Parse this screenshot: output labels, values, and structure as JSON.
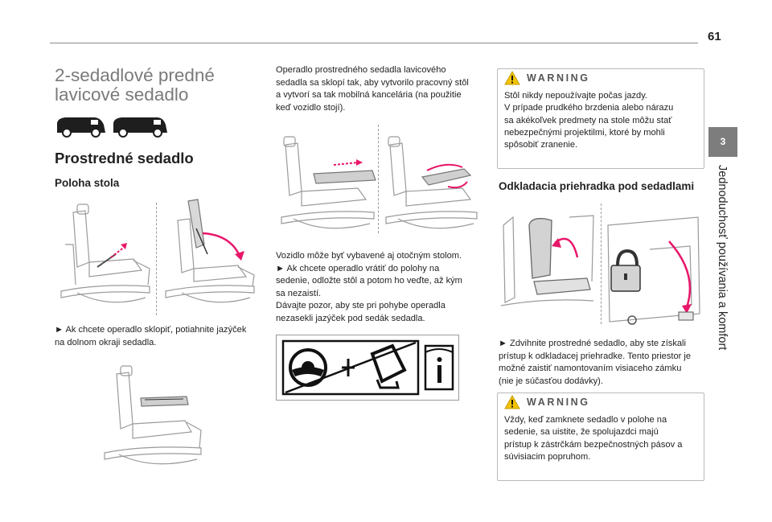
{
  "page_number": "61",
  "chapter": {
    "number": "3",
    "label": "Jednoduchosť používania a komfort"
  },
  "title": "2-sedadlové predné lavicové sedadlo",
  "title_lines": [
    "2-sedadlové predné",
    "lavicové sedadlo"
  ],
  "vehicle_icons": [
    "van-short-icon",
    "van-long-icon"
  ],
  "subtitle": "Prostredné sedadlo",
  "table_position": {
    "heading": "Poloha stola",
    "instruction_lines": [
      "► Ak chcete operadlo sklopiť, potiahnite jazýček",
      "na dolnom okraji sedadla."
    ]
  },
  "center_column": {
    "intro_lines": [
      "Operadlo prostredného sedadla lavicového",
      "sedadla sa sklopí tak, aby vytvorilo pracovný stôl",
      "a vytvorí sa tak mobilná kancelária (na použitie",
      "keď vozidlo stojí)."
    ],
    "swivel_lines": [
      "Vozidlo môže byť vybavené aj otočným stolom.",
      "► Ak chcete operadlo vrátiť do polohy na",
      "sedenie, odložte stôl a potom ho veďte, až kým",
      "sa nezaistí.",
      "Dávajte pozor, aby ste pri pohybe operadla",
      "nezasekli jazýček pod sedák sedadla."
    ]
  },
  "warning1": {
    "title": "WARNING",
    "lines": [
      "Stôl nikdy nepoužívajte počas jazdy.",
      "V prípade prudkého brzdenia alebo nárazu",
      "sa akékoľvek predmety na stole môžu stať",
      "nebezpečnými projektilmi, ktoré by mohli",
      "spôsobiť zranenie."
    ]
  },
  "storage": {
    "heading": "Odkladacia priehradka pod sedadlami",
    "instruction_lines": [
      "► Zdvihnite prostredné sedadlo, aby ste získali",
      "prístup k odkladacej priehradke. Tento priestor je",
      "možné zaistiť namontovaním visiaceho zámku",
      "(nie je súčasťou dodávky)."
    ]
  },
  "warning2": {
    "title": "WARNING",
    "lines": [
      "Vždy, keď zamknete sedadlo v polohe na",
      "sedenie, sa uistite, že spolujazdci majú",
      "prístup k zástrčkám bezpečnostných pásov a",
      "súvisiacim popruhom."
    ]
  },
  "colors": {
    "accent": "#e8176a",
    "chapter_tab": "#7d7d7d",
    "title_grey": "#7a7a7a",
    "warning_yellow": "#f2c300"
  },
  "icons": [
    "steering-wheel-icon",
    "airbag-icon",
    "manual-info-icon",
    "warning-triangle-icon",
    "padlock-icon"
  ]
}
